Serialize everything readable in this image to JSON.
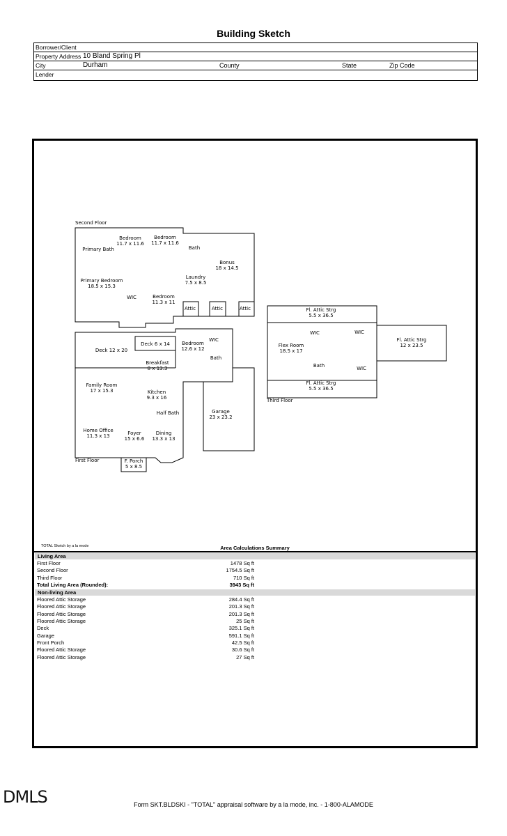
{
  "title": "Building Sketch",
  "header": {
    "borrower_label": "Borrower/Client",
    "address_label": "Property Address",
    "address_value": "10 Bland Spring Pl",
    "city_label": "City",
    "city_value": "Durham",
    "county_label": "County",
    "state_label": "State",
    "zip_label": "Zip Code",
    "lender_label": "Lender"
  },
  "sketch": {
    "second_floor_label": "Second Floor",
    "first_floor_label": "First Floor",
    "third_floor_label": "Third Floor",
    "rooms": [
      {
        "name": "Bedroom",
        "dims": "11.7 x 11.6"
      },
      {
        "name": "Bedroom",
        "dims": "11.7 x 11.6"
      },
      {
        "name": "Primary Bath",
        "dims": ""
      },
      {
        "name": "Bath",
        "dims": ""
      },
      {
        "name": "Bonus",
        "dims": "18 x 14.5"
      },
      {
        "name": "Laundry",
        "dims": "7.5 x 8.5"
      },
      {
        "name": "Primary Bedroom",
        "dims": "18.5 x 15.3"
      },
      {
        "name": "WIC",
        "dims": ""
      },
      {
        "name": "Bedroom",
        "dims": "11.3 x 11"
      },
      {
        "name": "Attic",
        "dims": ""
      },
      {
        "name": "Attic",
        "dims": ""
      },
      {
        "name": "Attic",
        "dims": ""
      },
      {
        "name": "Deck 6 x 14",
        "dims": ""
      },
      {
        "name": "Deck 12 x 20",
        "dims": ""
      },
      {
        "name": "WIC",
        "dims": ""
      },
      {
        "name": "Bedroom",
        "dims": "12.6 x 12"
      },
      {
        "name": "Bath",
        "dims": ""
      },
      {
        "name": "Breakfast",
        "dims": "8 x 13.3"
      },
      {
        "name": "Family Room",
        "dims": "17 x 15.3"
      },
      {
        "name": "Kitchen",
        "dims": "9.3 x 16"
      },
      {
        "name": "Half Bath",
        "dims": ""
      },
      {
        "name": "Garage",
        "dims": "23 x 23.2"
      },
      {
        "name": "Home Office",
        "dims": "11.3 x 13"
      },
      {
        "name": "Foyer",
        "dims": "15 x 6.6"
      },
      {
        "name": "Dining",
        "dims": "13.3 x 13"
      },
      {
        "name": "F. Porch",
        "dims": "5 x 8.5"
      },
      {
        "name": "Fl. Attic Strg",
        "dims": "5.5 x 36.5"
      },
      {
        "name": "WIC",
        "dims": ""
      },
      {
        "name": "WIC",
        "dims": ""
      },
      {
        "name": "Fl. Attic Strg",
        "dims": "12 x 23.5"
      },
      {
        "name": "Flex Room",
        "dims": "18.5 x 17"
      },
      {
        "name": "Bath",
        "dims": ""
      },
      {
        "name": "WIC",
        "dims": ""
      },
      {
        "name": "Fl. Attic Strg",
        "dims": "5.5 x 36.5"
      }
    ]
  },
  "credit": "TOTAL Sketch by a la mode",
  "area": {
    "title": "Area Calculations Summary",
    "living_header": "Living Area",
    "living": [
      {
        "label": "First Floor",
        "value": "1478 Sq ft"
      },
      {
        "label": "Second Floor",
        "value": "1754.5 Sq ft"
      },
      {
        "label": "Third Floor",
        "value": "710 Sq ft"
      }
    ],
    "total": {
      "label": "Total Living Area (Rounded):",
      "value": "3943 Sq ft"
    },
    "nonliving_header": "Non-living Area",
    "nonliving": [
      {
        "label": "Floored Attic Storage",
        "value": "284.4 Sq ft"
      },
      {
        "label": "Floored Attic Storage",
        "value": "201.3 Sq ft"
      },
      {
        "label": "Floored Attic Storage",
        "value": "201.3 Sq ft"
      },
      {
        "label": "Floored Attic Storage",
        "value": "25 Sq ft"
      },
      {
        "label": "Deck",
        "value": "325.1 Sq ft"
      },
      {
        "label": "Garage",
        "value": "591.1 Sq ft"
      },
      {
        "label": "Front Porch",
        "value": "42.5 Sq ft"
      },
      {
        "label": "Floored Attic Storage",
        "value": "30.6 Sq ft"
      },
      {
        "label": "Floored Attic Storage",
        "value": "27 Sq ft"
      }
    ]
  },
  "logo": "DMLS",
  "footer": "Form SKT.BLDSKI - \"TOTAL\" appraisal software by a la mode, inc. - 1-800-ALAMODE"
}
